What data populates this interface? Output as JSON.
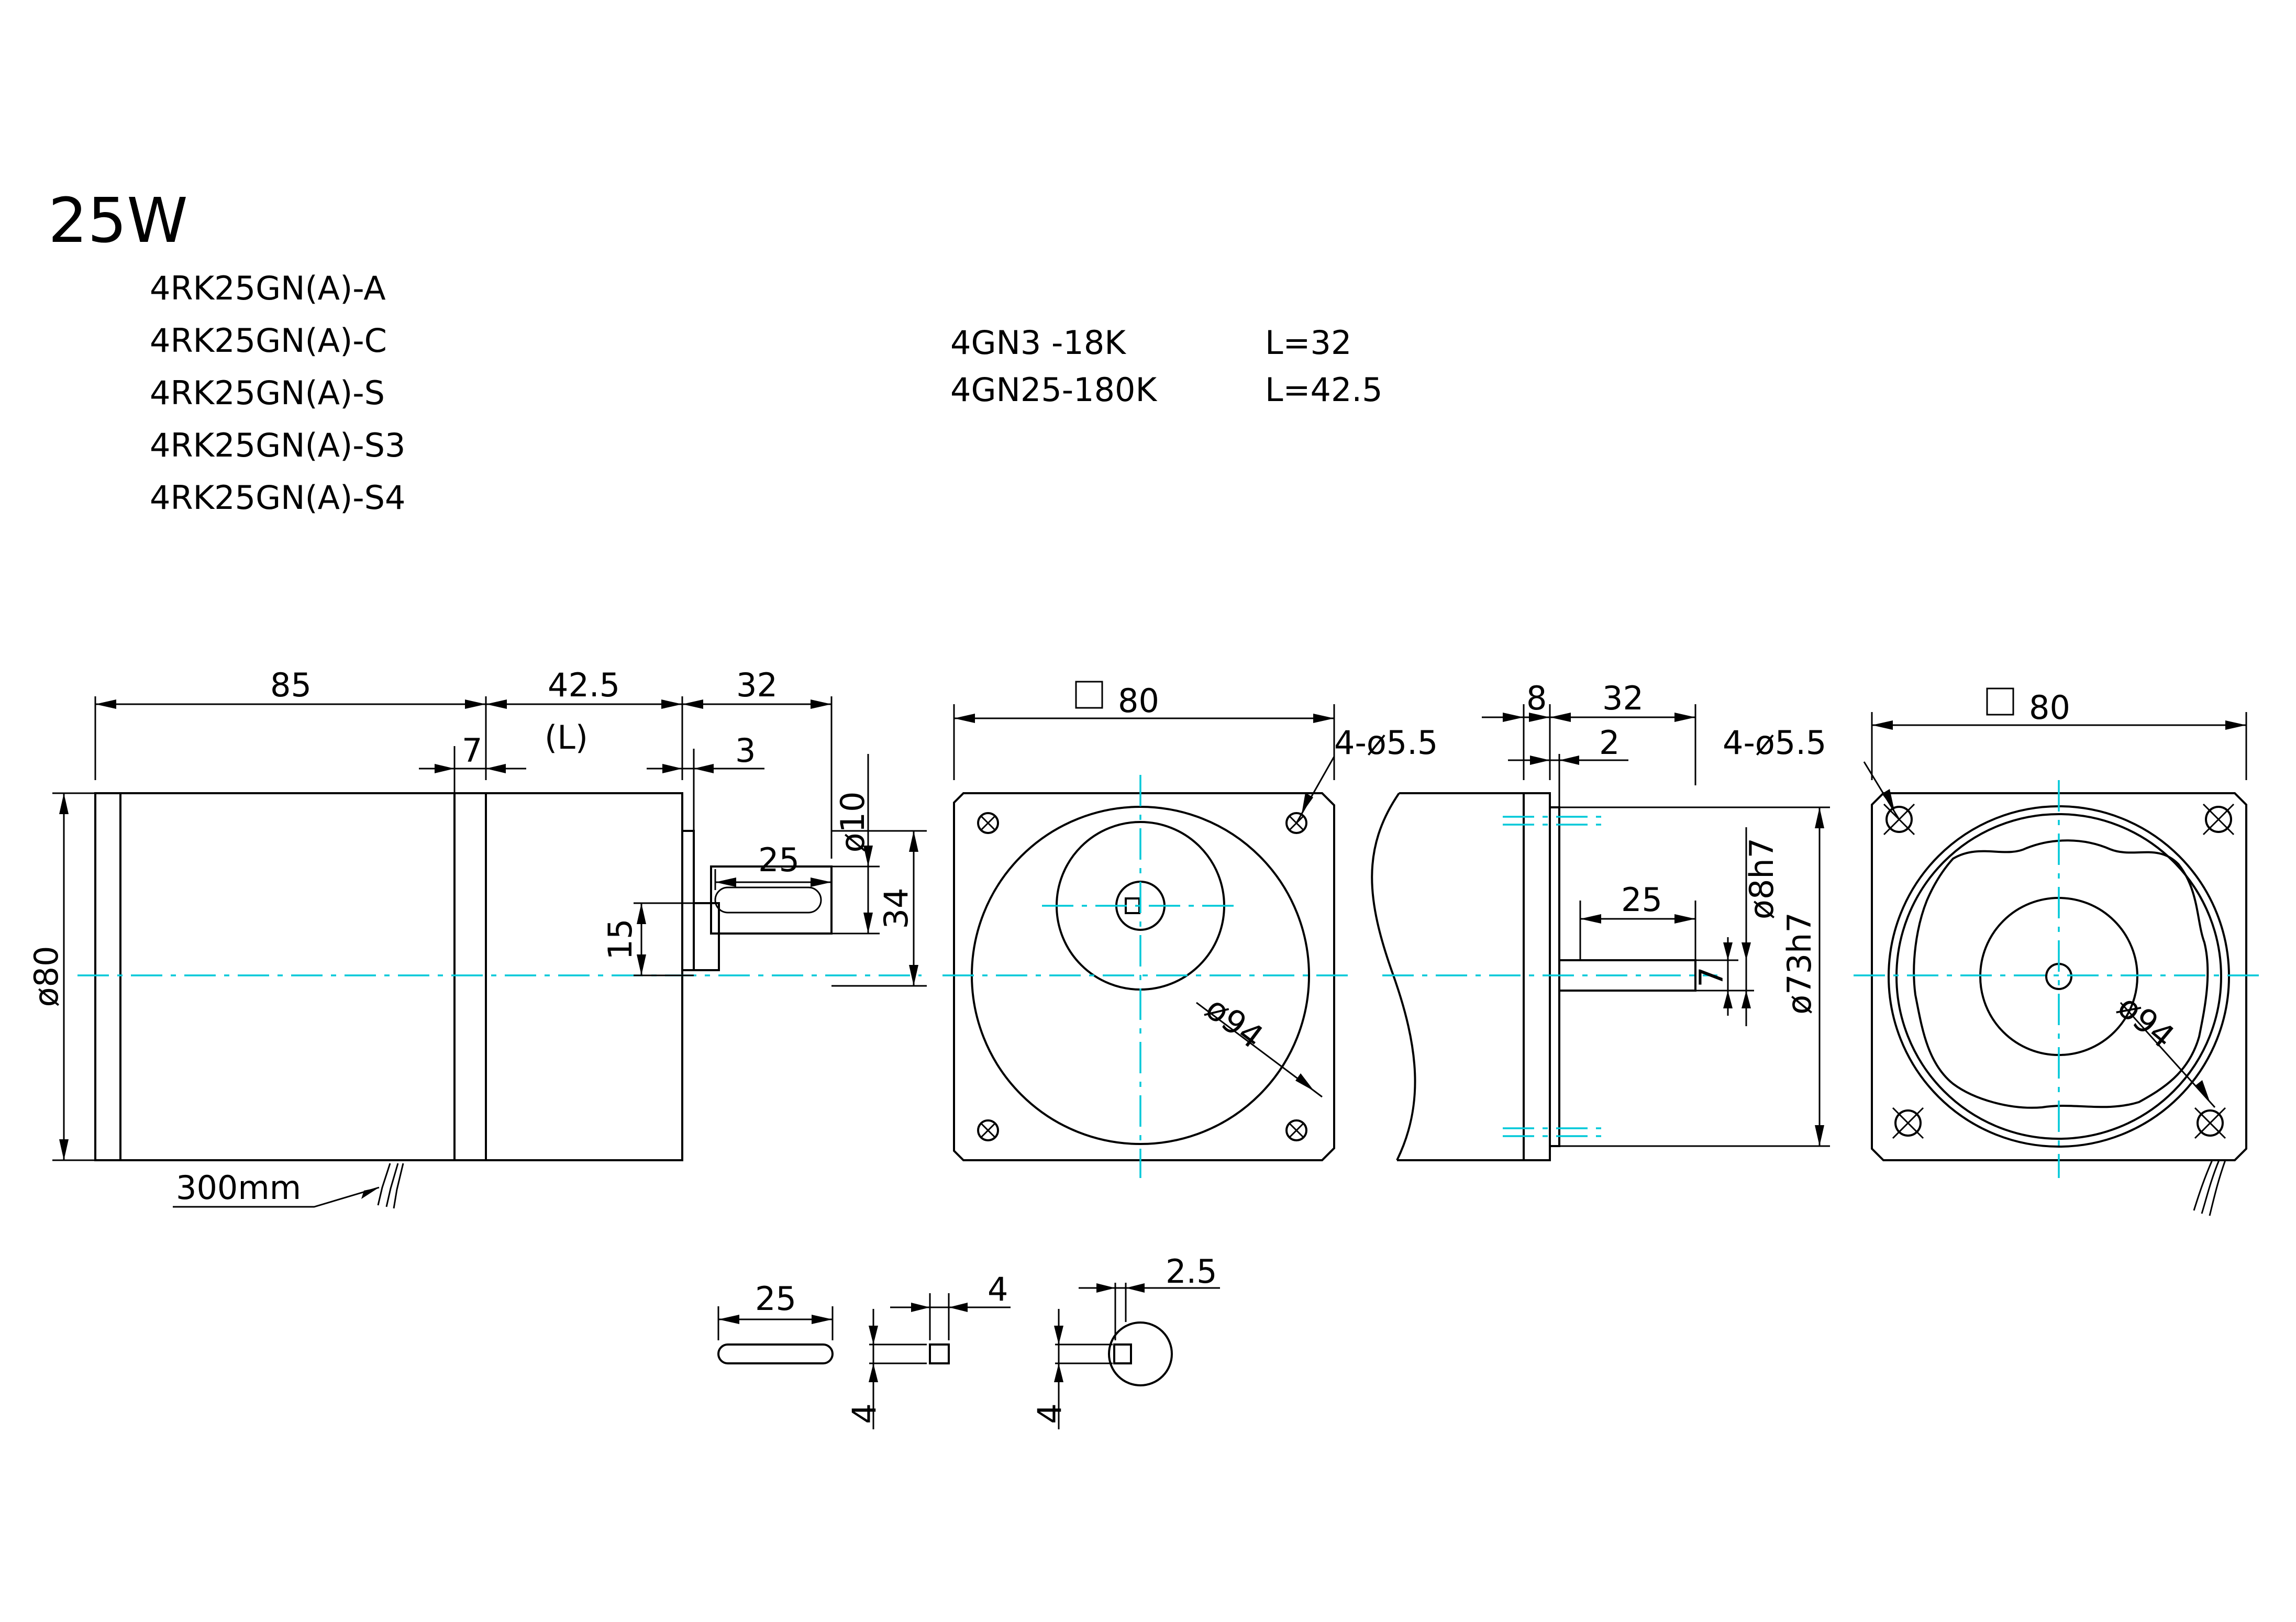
{
  "power": "25W",
  "models": [
    "4RK25GN(A)-A",
    "4RK25GN(A)-C",
    "4RK25GN(A)-S",
    "4RK25GN(A)-S3",
    "4RK25GN(A)-S4"
  ],
  "gearboxes": [
    {
      "ratio": "4GN3 -18K",
      "length": "L=32"
    },
    {
      "ratio": "4GN25-180K",
      "length": "L=42.5"
    }
  ],
  "side_view": {
    "motor_length": "85",
    "gearbox_length": "42.5",
    "gearbox_length_var": "(L)",
    "shaft_length": "32",
    "groove": "7",
    "shoulder": "3",
    "shaft_dia": "ø10",
    "key_length": "25",
    "shaft_offset": "15",
    "shaft_center_height": "34",
    "body_dia": "ø80",
    "lead_length": "300mm"
  },
  "front_view": {
    "square": "80",
    "holes": "4-ø5.5",
    "pcd": "ø94"
  },
  "motor_side_view": {
    "flange": "8",
    "shaft_length": "32",
    "shoulder": "2",
    "key_length": "25",
    "key_width": "7",
    "shaft_dia": "ø8h7",
    "pilot_dia": "ø73h7"
  },
  "motor_front_view": {
    "square": "80",
    "holes": "4-ø5.5",
    "pcd": "ø94"
  },
  "shaft_details": {
    "key_length": "25",
    "key_width": "4",
    "key_height": "4",
    "d_cut_width": "4",
    "d_cut_depth": "2.5"
  }
}
